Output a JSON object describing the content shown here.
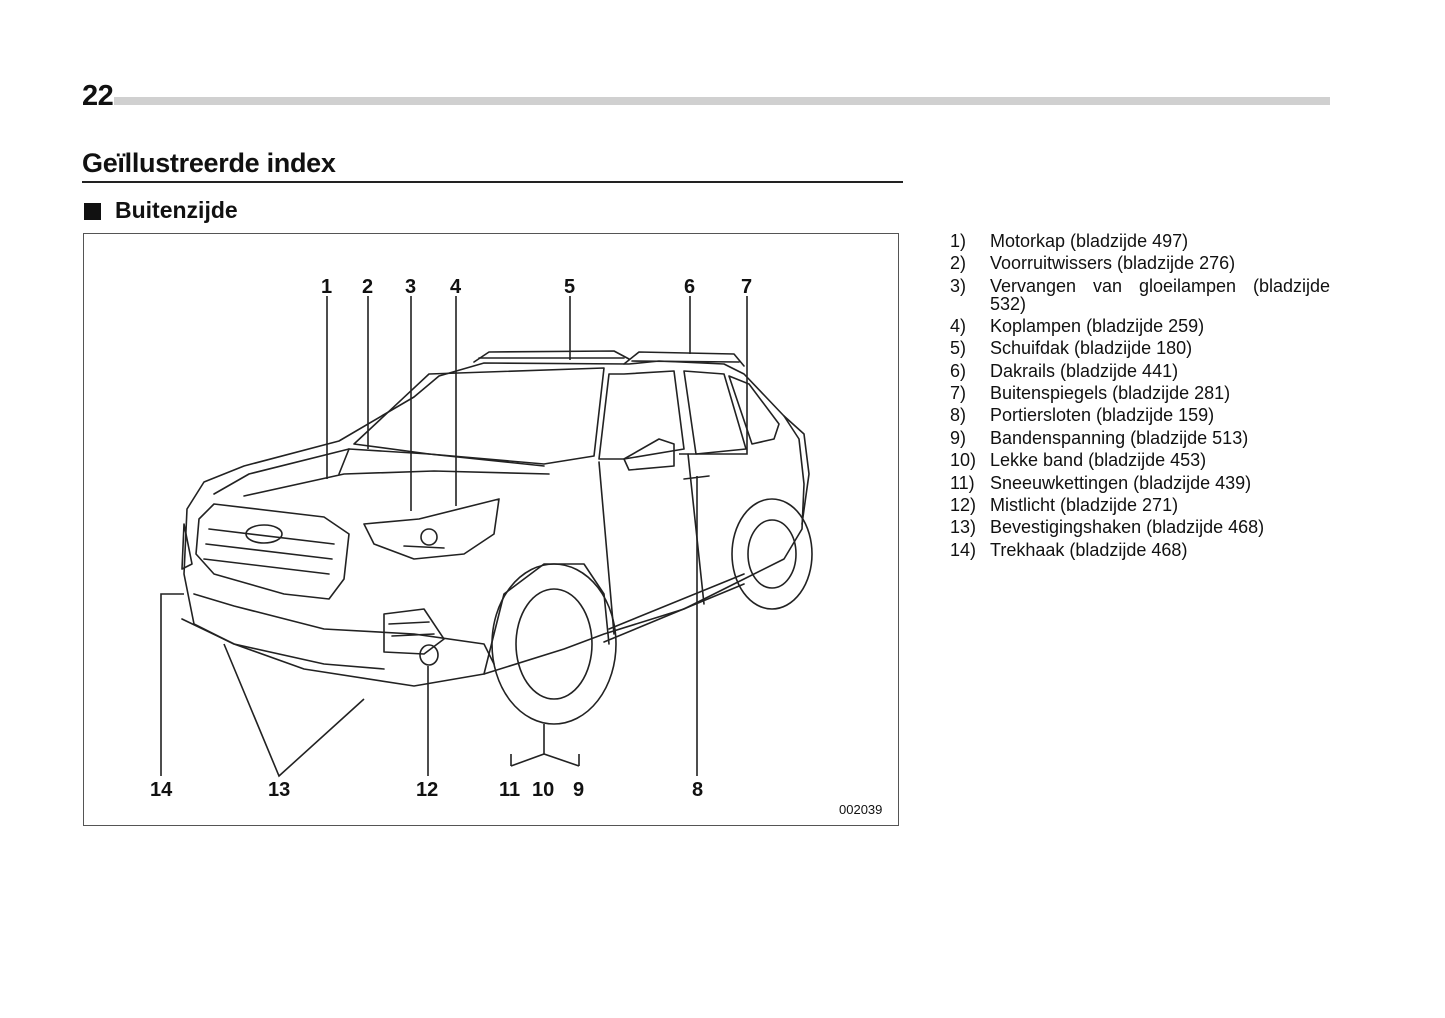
{
  "page": {
    "number": "22",
    "section_title": "Geïllustreerde index",
    "subsection_title": "Buitenzijde"
  },
  "figure": {
    "code": "002039",
    "callouts": [
      "1",
      "2",
      "3",
      "4",
      "5",
      "6",
      "7",
      "8",
      "9",
      "10",
      "11",
      "12",
      "13",
      "14"
    ]
  },
  "legend": [
    {
      "num": "1)",
      "text": "Motorkap (bladzijde 497)"
    },
    {
      "num": "2)",
      "text": "Voorruitwissers (bladzijde 276)"
    },
    {
      "num": "3)",
      "text": "Vervangen van gloeilampen (bladzijde 532)"
    },
    {
      "num": "4)",
      "text": "Koplampen (bladzijde 259)"
    },
    {
      "num": "5)",
      "text": "Schuifdak (bladzijde 180)"
    },
    {
      "num": "6)",
      "text": "Dakrails (bladzijde 441)"
    },
    {
      "num": "7)",
      "text": "Buitenspiegels (bladzijde 281)"
    },
    {
      "num": "8)",
      "text": "Portiersloten (bladzijde 159)"
    },
    {
      "num": "9)",
      "text": "Bandenspanning (bladzijde 513)"
    },
    {
      "num": "10)",
      "text": "Lekke band (bladzijde 453)"
    },
    {
      "num": "11)",
      "text": "Sneeuwkettingen (bladzijde 439)"
    },
    {
      "num": "12)",
      "text": "Mistlicht (bladzijde 271)"
    },
    {
      "num": "13)",
      "text": "Bevestigingshaken (bladzijde 468)"
    },
    {
      "num": "14)",
      "text": "Trekhaak (bladzijde 468)"
    }
  ]
}
